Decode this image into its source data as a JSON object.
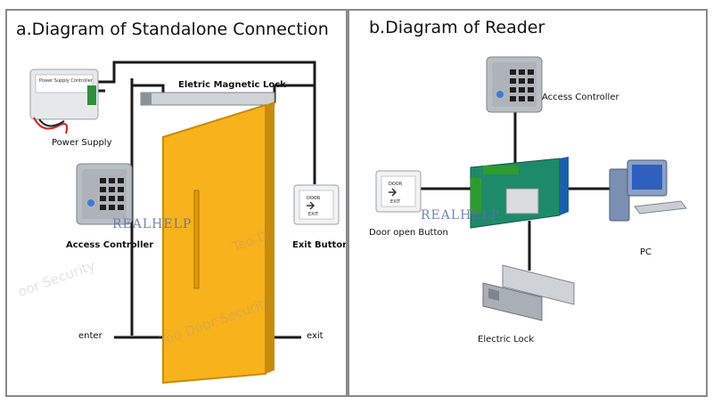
{
  "panel_a": {
    "title": "a.Diagram of Standalone Connection",
    "labels": {
      "lock": "Eletric Magnetic Lock",
      "power": "Power Supply",
      "access": "Access Controller",
      "exit_button": "Exit Button",
      "enter": "enter",
      "exit": "exit"
    },
    "power_label_text": "Power Supply Controller",
    "exit_button_text": [
      "DOOR",
      "EXIT"
    ],
    "watermarks": [
      "Teo D",
      "oor Security",
      "Teo Door Security"
    ],
    "logo": "REALHELP"
  },
  "panel_b": {
    "title": "b.Diagram of Reader",
    "labels": {
      "access": "Access Controller",
      "door_button": "Door open Button",
      "pc": "PC",
      "electric_lock": "Electric Lock"
    },
    "door_button_text": [
      "DOOR",
      "EXIT"
    ],
    "logo": "REALHELP"
  },
  "colors": {
    "door": "#f7b21c",
    "door_edge": "#c98b0b",
    "wire": "#1a1a1a",
    "device": "#b9bec4",
    "pcb": "#1d8a6a",
    "frame": "#8a8a8a"
  }
}
